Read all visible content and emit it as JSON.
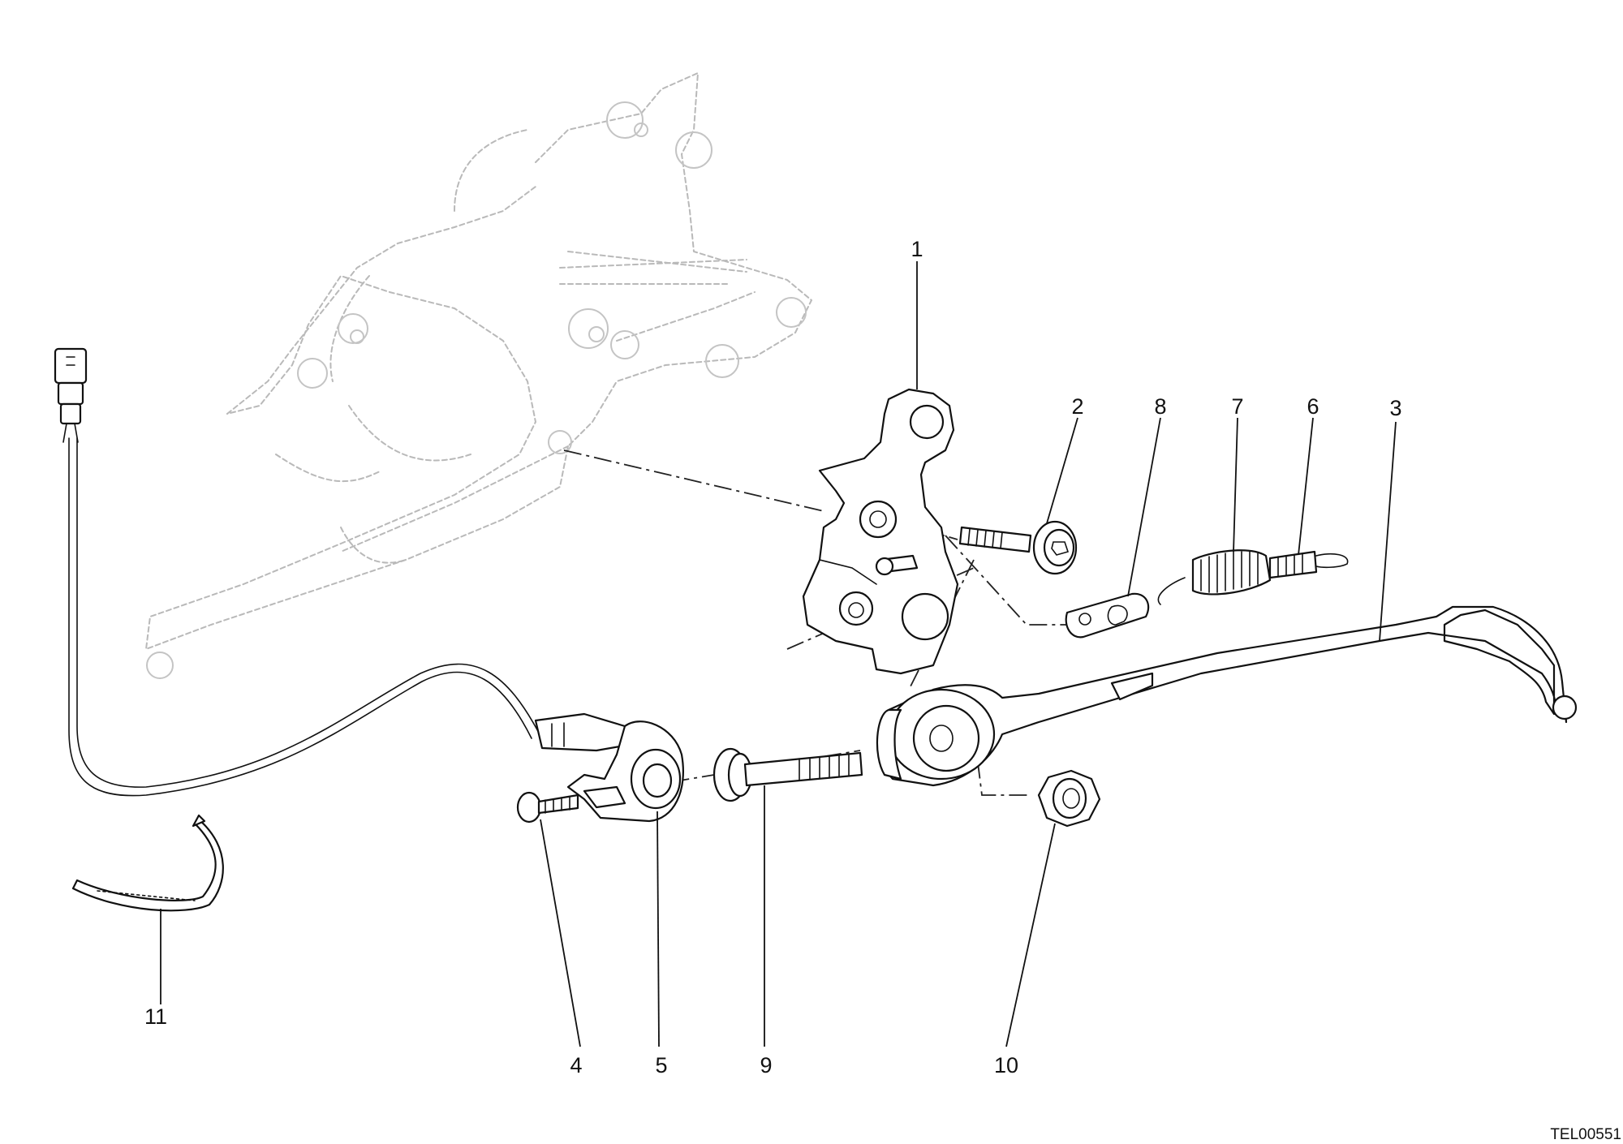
{
  "diagram": {
    "drawing_code": "TEL00551",
    "callouts": [
      {
        "id": "1",
        "label": "1"
      },
      {
        "id": "2",
        "label": "2"
      },
      {
        "id": "3",
        "label": "3"
      },
      {
        "id": "4",
        "label": "4"
      },
      {
        "id": "5",
        "label": "5"
      },
      {
        "id": "6",
        "label": "6"
      },
      {
        "id": "7",
        "label": "7"
      },
      {
        "id": "8",
        "label": "8"
      },
      {
        "id": "9",
        "label": "9"
      },
      {
        "id": "10",
        "label": "10"
      },
      {
        "id": "11",
        "label": "11"
      }
    ],
    "colors": {
      "line": "#111111",
      "ghost": "#b9b9b9",
      "background": "#ffffff"
    }
  }
}
